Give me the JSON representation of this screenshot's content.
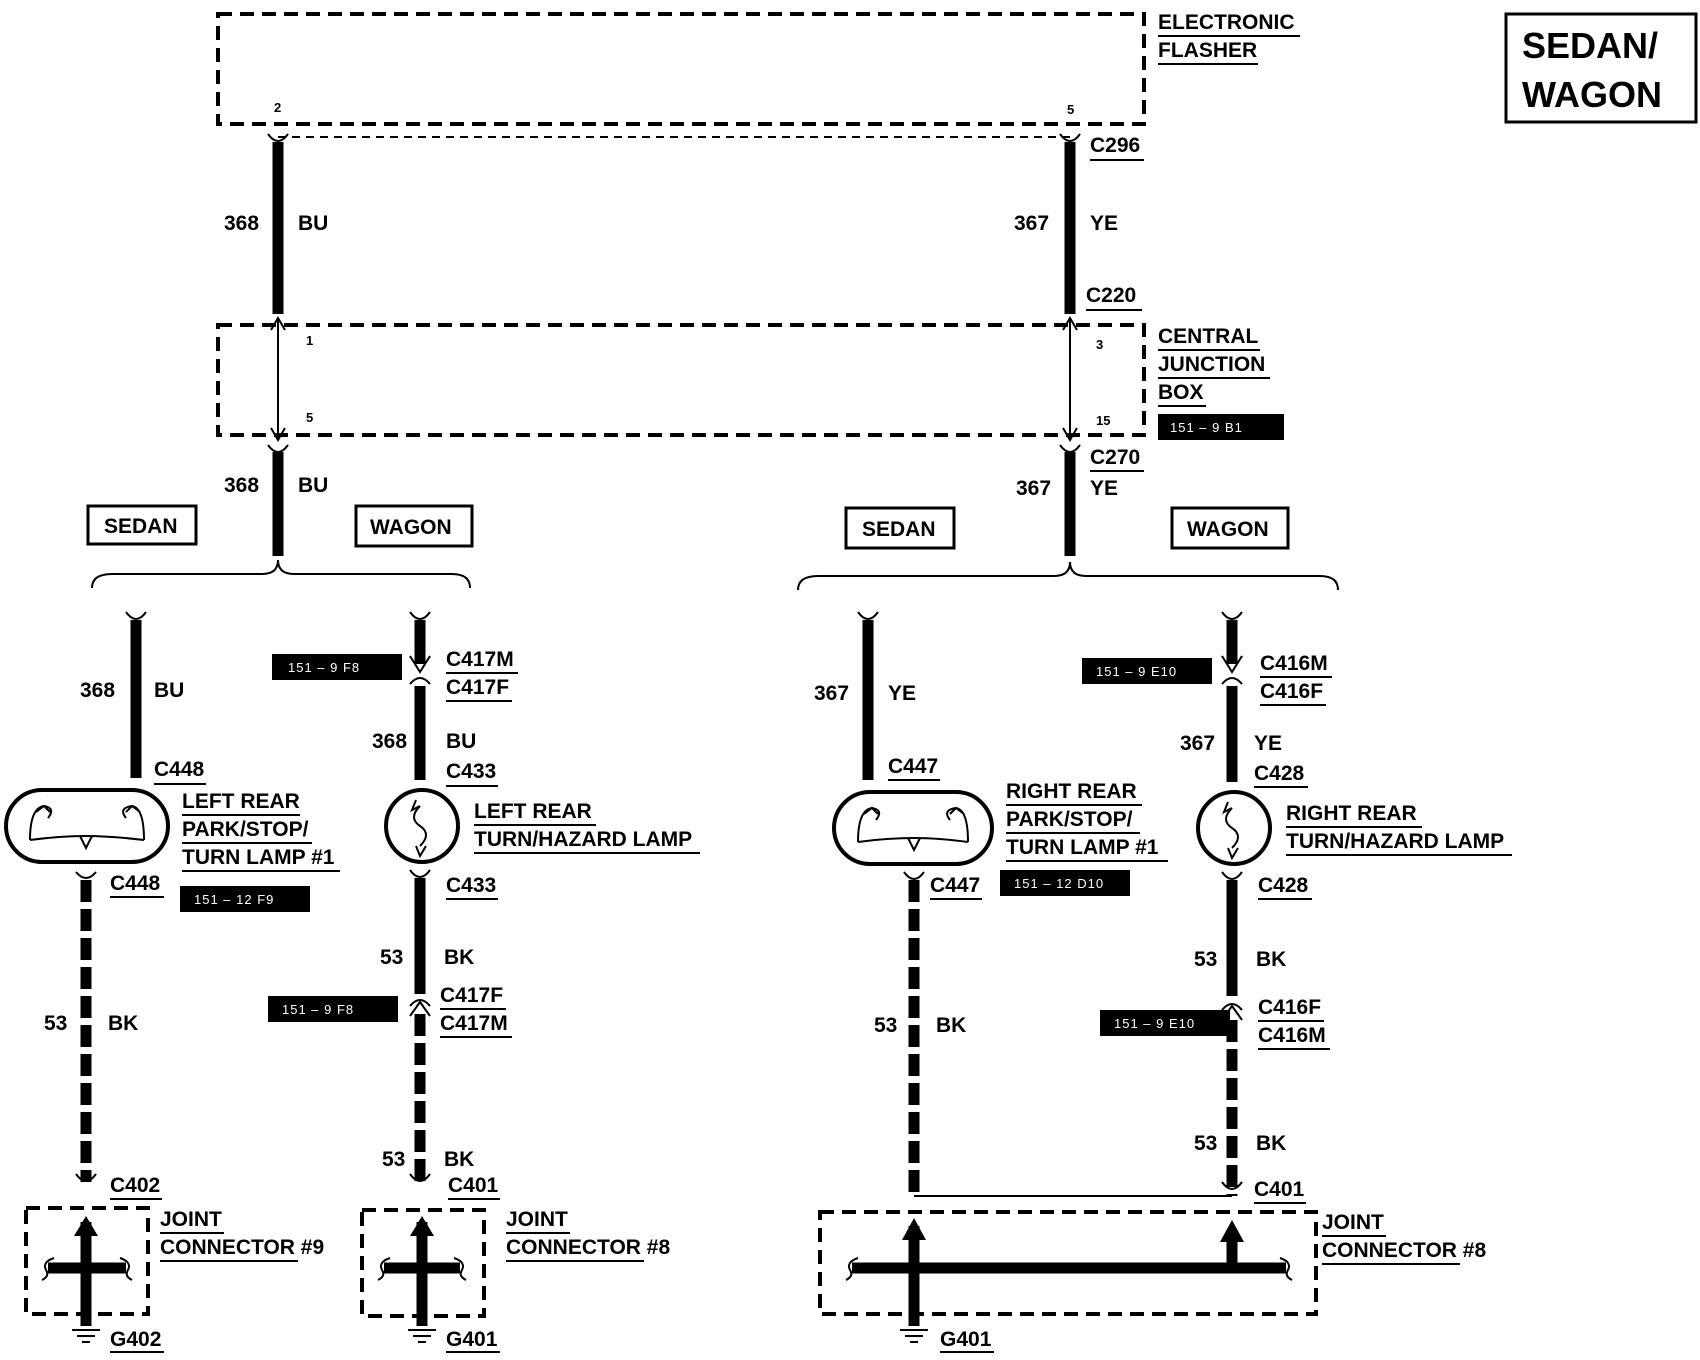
{
  "title": "SEDAN/\nWAGON",
  "title_lines": [
    "SEDAN/",
    "WAGON"
  ],
  "flasher": {
    "lines": [
      "ELECTRONIC",
      "FLASHER"
    ],
    "pin_left": "2",
    "pin_right": "5"
  },
  "c296": "C296",
  "c220": "C220",
  "cjb": {
    "lines": [
      "CENTRAL",
      "JUNCTION",
      "BOX"
    ],
    "ref": "151 – 9 B1",
    "pin_in_left": "1",
    "pin_out_left": "5",
    "pin_in_right": "3",
    "pin_out_right": "15"
  },
  "c270": "C270",
  "wires": {
    "left_circuit": "368",
    "left_color": "BU",
    "right_circuit": "367",
    "right_color": "YE",
    "ground_circuit": "53",
    "ground_color": "BK"
  },
  "variants": {
    "sedan": "SEDAN",
    "wagon": "WAGON"
  },
  "left_sedan": {
    "connector_top": "C448",
    "connector_bottom": "C448",
    "lamp_lines": [
      "LEFT REAR",
      "PARK/STOP/",
      "TURN LAMP #1"
    ],
    "ref": "151 – 12 F9",
    "ground_connector": "C402",
    "joint_lines": [
      "JOINT",
      "CONNECTOR #9"
    ],
    "ground": "G402"
  },
  "left_wagon": {
    "inline_top": [
      "C417M",
      "C417F"
    ],
    "ref_top": "151 – 9 F8",
    "connector_top": "C433",
    "connector_bottom": "C433",
    "lamp_lines": [
      "LEFT REAR",
      "TURN/HAZARD LAMP"
    ],
    "inline_bottom": [
      "C417F",
      "C417M"
    ],
    "ref_bottom": "151 – 9 F8",
    "ground_connector": "C401",
    "joint_lines": [
      "JOINT",
      "CONNECTOR #8"
    ],
    "ground": "G401"
  },
  "right_sedan": {
    "connector_top": "C447",
    "connector_bottom": "C447",
    "lamp_lines": [
      "RIGHT REAR",
      "PARK/STOP/",
      "TURN LAMP #1"
    ],
    "ref": "151 – 12 D10"
  },
  "right_wagon": {
    "inline_top": [
      "C416M",
      "C416F"
    ],
    "ref_top": "151 – 9 E10",
    "connector_top": "C428",
    "connector_bottom": "C428",
    "lamp_lines": [
      "RIGHT REAR",
      "TURN/HAZARD LAMP"
    ],
    "inline_bottom": [
      "C416F",
      "C416M"
    ],
    "ref_bottom": "151 – 9 E10",
    "ground_connector": "C401",
    "joint_lines": [
      "JOINT",
      "CONNECTOR #8"
    ],
    "ground": "G401"
  }
}
